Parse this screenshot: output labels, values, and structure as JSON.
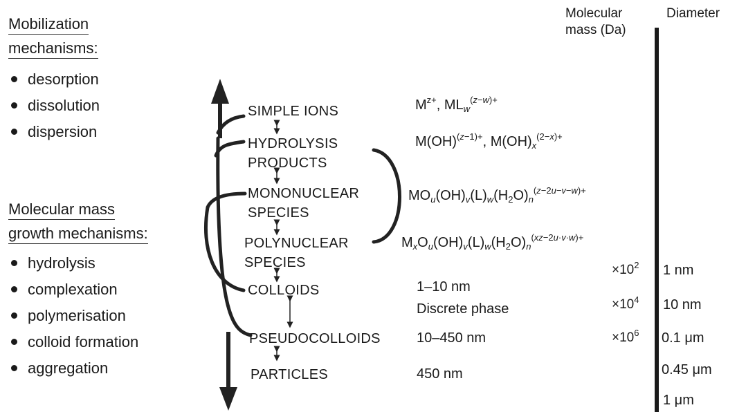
{
  "left": {
    "mobilization_title_1": "Mobilization",
    "mobilization_title_2": "mechanisms:",
    "mobilization_items": [
      "desorption",
      "dissolution",
      "dispersion"
    ],
    "growth_title_1": "Molecular mass",
    "growth_title_2": "growth mechanisms:",
    "growth_items": [
      "hydrolysis",
      "complexation",
      "polymerisation",
      "colloid formation",
      "aggregation"
    ]
  },
  "species": {
    "simple_ions": "SIMPLE IONS",
    "hydrolysis_1": "HYDROLYSIS",
    "hydrolysis_2": "PRODUCTS",
    "mononuclear_1": "MONONUCLEAR",
    "mononuclear_2": "SPECIES",
    "polynuclear_1": "POLYNUCLEAR",
    "polynuclear_2": "SPECIES",
    "colloids": "COLLOIDS",
    "pseudocolloids": "PSEUDOCOLLOIDS",
    "particles": "PARTICLES"
  },
  "descriptions": {
    "colloids_size": "1–10 nm",
    "discrete_phase": "Discrete phase",
    "pseudocolloids_size": "10–450 nm",
    "particles_size": "450 nm"
  },
  "columns": {
    "mass_1": "Molecular",
    "mass_2": "mass (Da)",
    "diameter": "Diameter"
  },
  "mass_scale": [
    "×10",
    "×10",
    "×10"
  ],
  "mass_exponents": [
    "2",
    "4",
    "6"
  ],
  "diameter_scale": [
    "1 nm",
    "10 nm",
    "0.1 μm",
    "0.45 μm",
    "1 μm"
  ]
}
